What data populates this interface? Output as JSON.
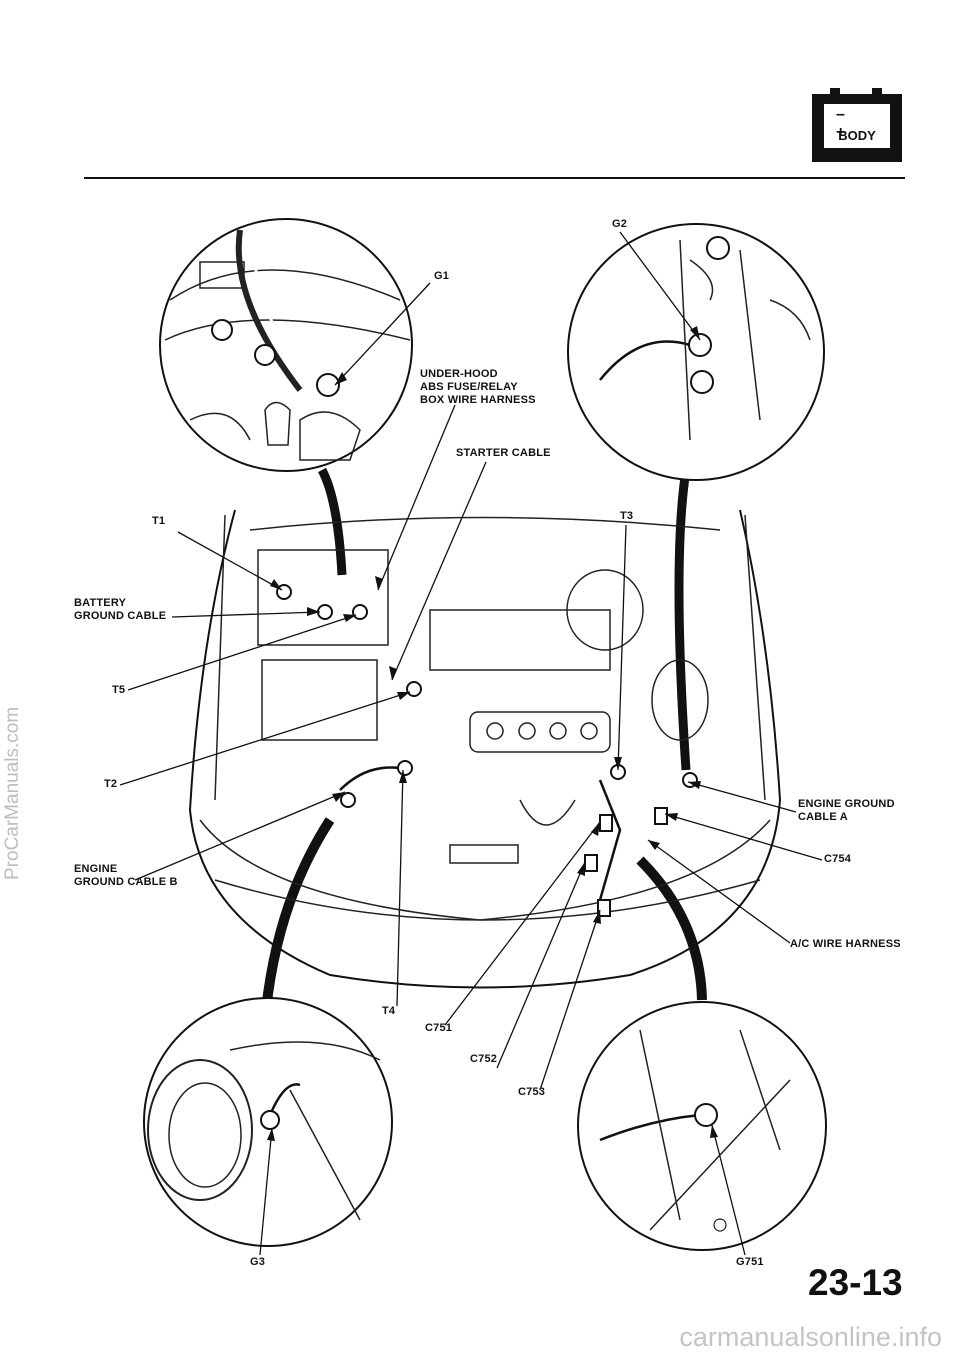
{
  "section_badge": {
    "signs": "– +",
    "label": "BODY"
  },
  "watermarks": {
    "left": "ProCarManuals.com",
    "bottom": "carmanualsonline.info"
  },
  "page_number": "23-13",
  "callouts": {
    "g1": "G1",
    "g2": "G2",
    "under_hood_1": "UNDER-HOOD",
    "under_hood_2": "ABS FUSE/RELAY",
    "under_hood_3": "BOX WIRE HARNESS",
    "starter_cable": "STARTER CABLE",
    "t1": "T1",
    "t3": "T3",
    "battery_ground_1": "BATTERY",
    "battery_ground_2": "GROUND CABLE",
    "t5": "T5",
    "t2": "T2",
    "engine_ground_a_1": "ENGINE GROUND",
    "engine_ground_a_2": "CABLE A",
    "c754": "C754",
    "engine_ground_b_1": "ENGINE",
    "engine_ground_b_2": "GROUND CABLE B",
    "ac_wire_harness": "A/C WIRE HARNESS",
    "t4": "T4",
    "c751": "C751",
    "c752": "C752",
    "c753": "C753",
    "g3": "G3",
    "g751": "G751"
  }
}
